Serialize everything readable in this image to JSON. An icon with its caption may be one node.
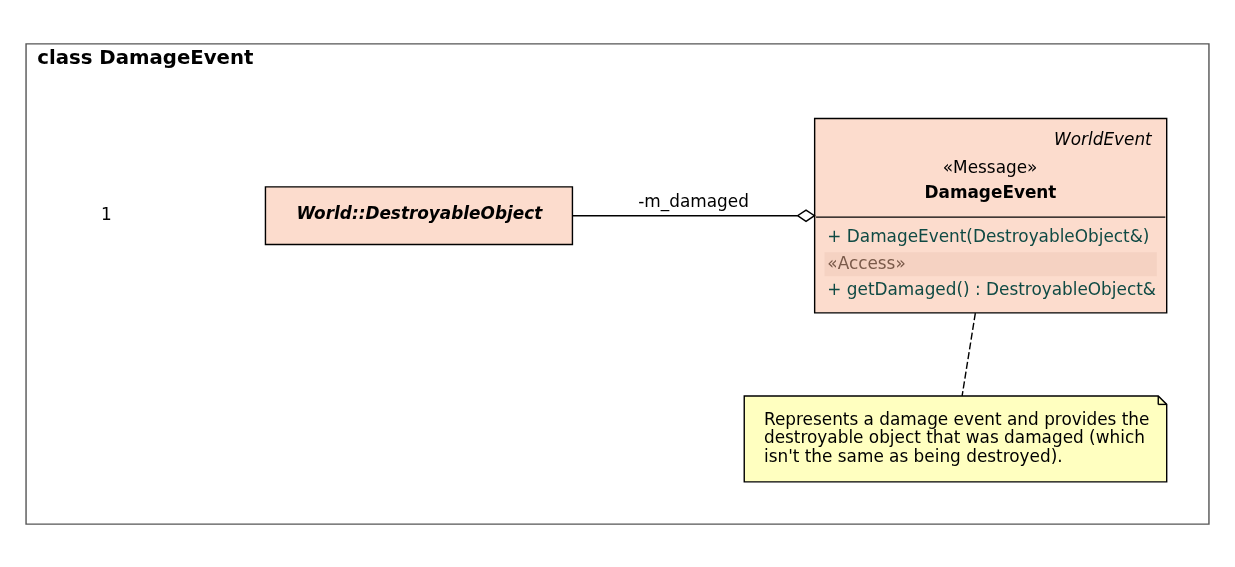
{
  "diagram": {
    "nodes": [
      {
        "text": [
          "class DamageEvent"
        ]
      },
      {
        "text": [
          "WorldEvent",
          "«Message»",
          "DamageEvent",
          "+ DamageEvent(DestroyableObject&)",
          "«Access»",
          "+ getDamaged() : DestroyableObject&"
        ],
        "in": 0
      },
      {
        "text": [
          "World::DestroyableObject"
        ],
        "in": 0
      },
      {
        "text": [
          "Represents a damage event and provides the destroyable object that was damaged (which isn't the same as being destroyed)."
        ],
        "in": 0
      }
    ],
    "edges": [
      {
        "from": 1,
        "to": 2,
        "arrow": "other",
        "label": "-m_damaged"
      },
      {
        "from": 1,
        "to": 3,
        "arrow": "none",
        "style": "dashed"
      }
    ],
    "labels": [
      "1"
    ]
  }
}
